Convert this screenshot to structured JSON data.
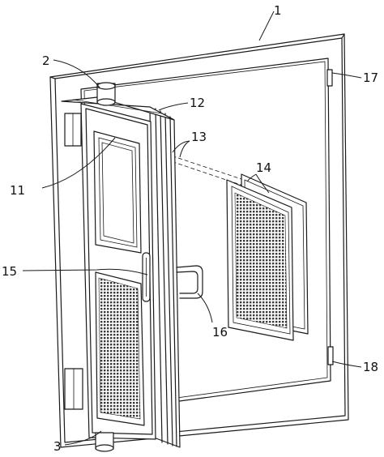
{
  "figure": {
    "labels": [
      {
        "id": "frame",
        "text": "1"
      },
      {
        "id": "top-hinge-pin",
        "text": "2"
      },
      {
        "id": "bottom-hinge-pin",
        "text": "3"
      },
      {
        "id": "door-leaf",
        "text": "11"
      },
      {
        "id": "leaf-stack",
        "text": "12"
      },
      {
        "id": "guide-rails",
        "text": "13"
      },
      {
        "id": "screen-panels",
        "text": "14"
      },
      {
        "id": "lock-handle",
        "text": "15"
      },
      {
        "id": "pull-handle",
        "text": "16"
      },
      {
        "id": "upper-latch",
        "text": "17"
      },
      {
        "id": "lower-latch",
        "text": "18"
      }
    ]
  }
}
